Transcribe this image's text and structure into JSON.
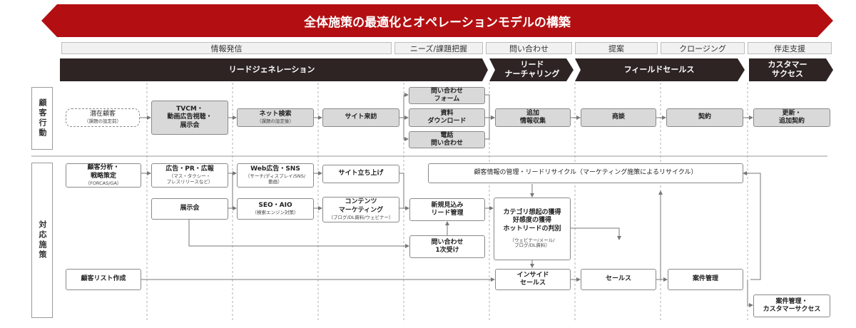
{
  "title": "全体施策の最適化とオペレーションモデルの構築",
  "colors": {
    "banner": "#b30f12",
    "stage_band": "#2e2424",
    "box_gray": "#d9d9d9"
  },
  "phases": [
    "情報発信",
    "ニーズ/課題把握",
    "問い合わせ",
    "提案",
    "クロージング",
    "伴走支援"
  ],
  "stages": [
    {
      "line1": "リードジェネレーション",
      "line2": ""
    },
    {
      "line1": "リード",
      "line2": "ナーチャリング"
    },
    {
      "line1": "フィールドセールス",
      "line2": ""
    },
    {
      "line1": "カスタマー",
      "line2": "サクセス"
    }
  ],
  "row_labels": {
    "customer_action": "顧客行動",
    "measures": "対応施策"
  },
  "customer_actions": {
    "latent": {
      "title": "潜在顧客",
      "sub": "（課題の設定前）"
    },
    "tvcm": {
      "line1": "TVCM・",
      "line2": "動画広告視聴・",
      "line3": "展示会"
    },
    "net_search": {
      "title": "ネット検索",
      "sub": "（課題の設定後）"
    },
    "site_visit": "サイト来訪",
    "inquiry_form": {
      "line1": "問い合わせ",
      "line2": "フォーム"
    },
    "download": {
      "line1": "資料",
      "line2": "ダウンロード"
    },
    "phone": {
      "line1": "電話",
      "line2": "問い合わせ"
    },
    "add_info": {
      "line1": "追加",
      "line2": "情報収集"
    },
    "negotiation": "商談",
    "contract": "契約",
    "renewal": {
      "line1": "更新・",
      "line2": "追加契約"
    }
  },
  "measures": {
    "analysis": {
      "line1": "顧客分析・",
      "line2": "戦略策定",
      "sub": "（FORCAS/GA）"
    },
    "ad_pr": {
      "title": "広告・PR・広報",
      "sub1": "（マス・タクシー・",
      "sub2": "プレスリリースなど）"
    },
    "web_ad": {
      "title": "Web広告・SNS",
      "sub1": "（サーチ/ディスプレイ/SNS/",
      "sub2": "動画）"
    },
    "site_launch": "サイト立ち上げ",
    "exhibition": "展示会",
    "seo": {
      "title": "SEO・AIO",
      "sub": "（検索エンジン対策）"
    },
    "content": {
      "line1": "コンテンツ",
      "line2": "マーケティング",
      "sub": "（ブログ/DL資料/ウェビナー）"
    },
    "new_lead": {
      "line1": "新規見込み",
      "line2": "リード管理"
    },
    "inquiry_first": {
      "line1": "問い合わせ",
      "line2": "1次受け"
    },
    "recycle": "顧客情報の管理・リードリサイクル（マーケティング施策によるリサイクル）",
    "hot_lead": {
      "line1": "カテゴリ想起の獲得",
      "line2": "好感度の獲得",
      "line3": "ホットリードの判別",
      "sub1": "（ウェビナー/メール/",
      "sub2": "ブログ/DL資料）"
    },
    "customer_list": "顧客リスト作成",
    "inside_sales": {
      "line1": "インサイド",
      "line2": "セールス"
    },
    "sales": "セールス",
    "deal_mgmt": "案件管理",
    "deal_cs": {
      "line1": "案件管理・",
      "line2": "カスタマーサクセス"
    }
  }
}
